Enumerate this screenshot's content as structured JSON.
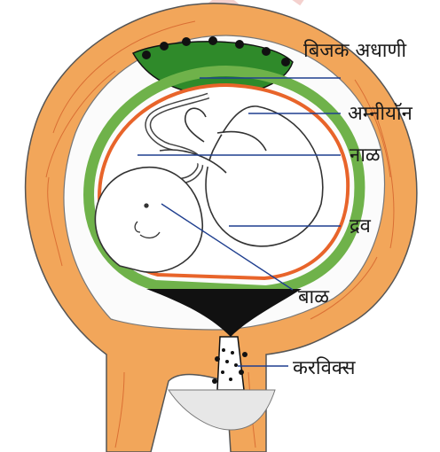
{
  "labels": {
    "placenta": "बिजक अधाणी",
    "amnion": "अम्नीयॉन",
    "cord": "नाळ",
    "fluid": "द्रव",
    "baby": "बाळ",
    "cervix": "करविक्स"
  },
  "watermark": "SCERT",
  "colors": {
    "uterus_wall": "#f2a65a",
    "uterus_wall_stripe": "#d4612b",
    "amnion_green": "#6fb24a",
    "placenta_green": "#3f9d34",
    "chorion_orange": "#e8642a",
    "leader": "#1f3f8f"
  }
}
